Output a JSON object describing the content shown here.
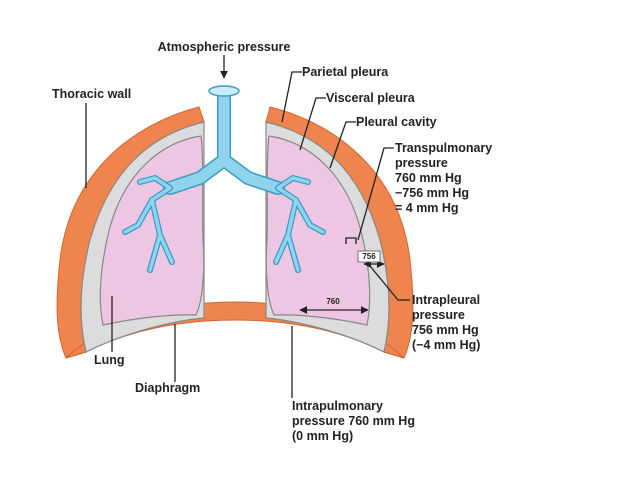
{
  "labels": {
    "atmospheric": "Atmospheric pressure",
    "thoracic_wall": "Thoracic wall",
    "parietal": "Parietal pleura",
    "visceral": "Visceral pleura",
    "pleural_cavity": "Pleural cavity",
    "transpulmonary": [
      "Transpulmonary",
      "pressure",
      "760 mm Hg",
      "−756 mm Hg",
      "= 4 mm Hg"
    ],
    "intrapleural": [
      "Intrapleural",
      "pressure",
      "756 mm Hg",
      "(−4 mm Hg)"
    ],
    "intrapulmonary": [
      "Intrapulmonary",
      "pressure 760 mm Hg",
      "(0 mm Hg)"
    ],
    "lung": "Lung",
    "diaphragm": "Diaphragm",
    "value_756": "756",
    "value_760": "760"
  },
  "colors": {
    "thoracic_wall": "#f0844e",
    "pleura_gray": "#dcdcdc",
    "pleura_outline": "#888888",
    "lung_pink": "#ecc6e3",
    "airway_blue": "#8fd3ec",
    "airway_outline": "#3a9cc5"
  }
}
